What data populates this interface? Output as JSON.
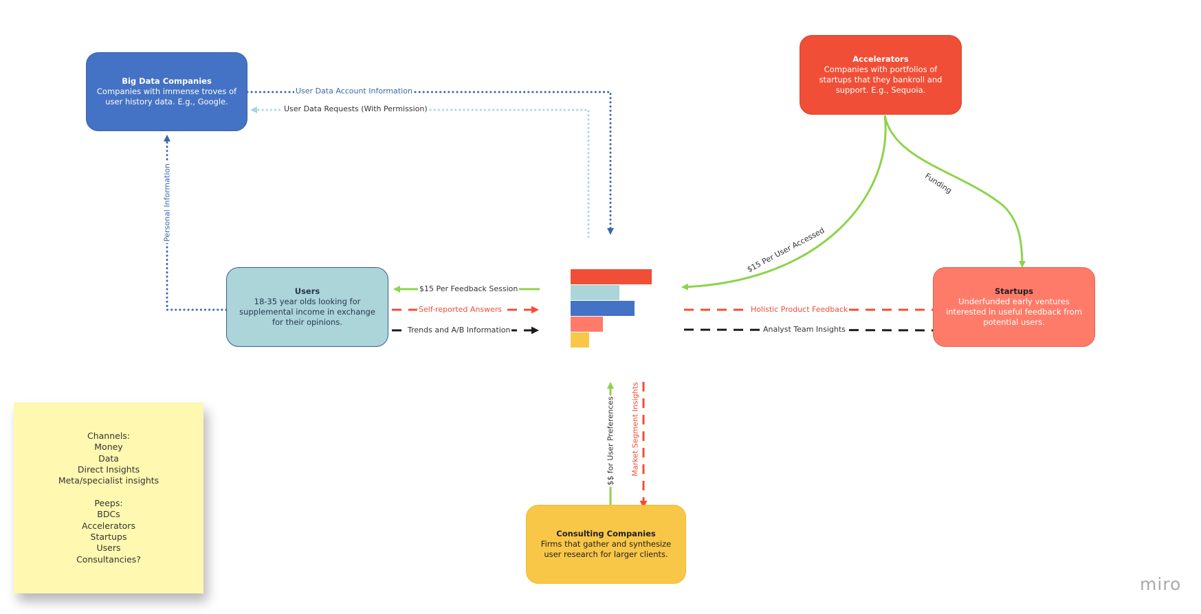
{
  "nodes": {
    "big_data": {
      "title": "Big Data Companies",
      "description": "Companies with immense troves of user history data. E.g., Google."
    },
    "accelerators": {
      "title": "Accelerators",
      "description": "Companies with portfolios of startups that they bankroll and support. E.g., Sequoia."
    },
    "users": {
      "title": "Users",
      "description": "18-35 year olds looking for supplemental income in exchange for their opinions."
    },
    "startups": {
      "title": "Startups",
      "description": "Underfunded early ventures interested in useful feedback from potential users."
    },
    "consulting": {
      "title": "Consulting Companies",
      "description": "Firms that gather and synthesize user research for larger clients."
    }
  },
  "edges": {
    "user_data_account": "User Data Account Information",
    "user_data_requests": "User Data Requests (With Permission)",
    "personal_information": "Personal Information",
    "funding": "Funding",
    "per_user_accessed": "$15 Per User Accessed",
    "per_feedback_session": "$15 Per Feedback Session",
    "self_reported": "Self-reported Answers",
    "trends_ab": "Trends and A/B Information",
    "holistic_feedback": "Holistic Product Feedback",
    "analyst_insights": "Analyst Team Insights",
    "user_preferences": "$$ for User Preferences",
    "market_segment": "Market Segment Insights"
  },
  "sticky_note": {
    "channels_heading": "Channels:",
    "channels": [
      "Money",
      "Data",
      "Direct Insights",
      "Meta/specialist insights"
    ],
    "peeps_heading": "Peeps:",
    "peeps": [
      "BDCs",
      "Accelerators",
      "Startups",
      "Users",
      "Consultancies?"
    ]
  },
  "brand": "miro",
  "colors": {
    "money_green": "#8cd44a",
    "data_blue": "#3a67b0",
    "data_lightblue": "#a8d6dc",
    "insight_red": "#f04e36",
    "insight_black": "#1b1b1b",
    "logo_bars": [
      "#f04e36",
      "#abd5d8",
      "#4472c4",
      "#ff7b69",
      "#f9c748"
    ]
  }
}
